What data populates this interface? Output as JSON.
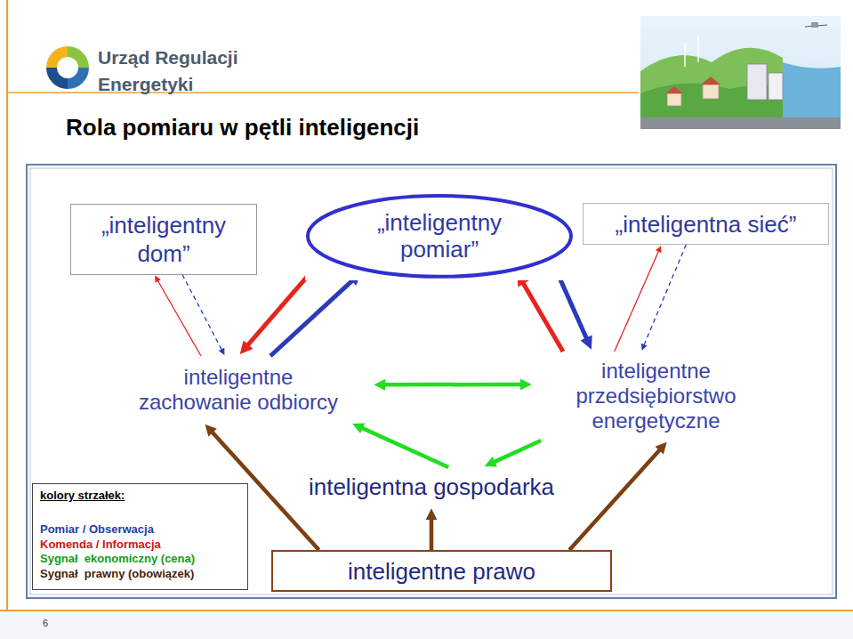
{
  "diagram": {
    "title": "Rola pomiaru w pętli inteligencji",
    "nodes": [
      {
        "text": [
          "„inteligentny dom”"
        ]
      },
      {
        "text": [
          "„inteligentny pomiar”"
        ]
      },
      {
        "text": [
          "„inteligentna sieć”"
        ]
      },
      {
        "text": [
          "inteligentne zachowanie odbiorcy"
        ]
      },
      {
        "text": [
          "inteligentne przedsiębiorstwo energetyczne"
        ]
      },
      {
        "text": [
          "inteligentna gospodarka"
        ]
      },
      {
        "text": [
          "inteligentne prawo"
        ]
      }
    ],
    "edges": [
      {
        "from": 3,
        "to": 0,
        "arrow": "to"
      },
      {
        "from": 0,
        "to": 3,
        "arrow": "to"
      },
      {
        "from": 1,
        "to": 3,
        "arrow": "to"
      },
      {
        "from": 3,
        "to": 1,
        "arrow": "to"
      },
      {
        "from": 4,
        "to": 1,
        "arrow": "to"
      },
      {
        "from": 1,
        "to": 4,
        "arrow": "to"
      },
      {
        "from": 4,
        "to": 2,
        "arrow": "to"
      },
      {
        "from": 2,
        "to": 4,
        "arrow": "to"
      },
      {
        "from": 3,
        "to": 4,
        "arrow": "both"
      },
      {
        "from": 5,
        "to": 3,
        "arrow": "to"
      },
      {
        "from": 4,
        "to": 5,
        "arrow": "to"
      },
      {
        "from": 6,
        "to": 3,
        "arrow": "to"
      },
      {
        "from": 6,
        "to": 5,
        "arrow": "to"
      },
      {
        "from": 6,
        "to": 4,
        "arrow": "to"
      }
    ],
    "labels": [
      "Urząd Regulacji Energetyki",
      "kolory strzałek:",
      "6"
    ],
    "legend": [
      {
        "text": "Pomiar / Obserwacja",
        "color": "#1f3fa8"
      },
      {
        "text": "Komenda / Informacja",
        "color": "#d41414"
      },
      {
        "text": "Sygnał  ekonomiczny (cena)",
        "color": "#159a15"
      },
      {
        "text": "Sygnał  prawny (obowiązek)",
        "color": "#4a2208"
      }
    ]
  }
}
